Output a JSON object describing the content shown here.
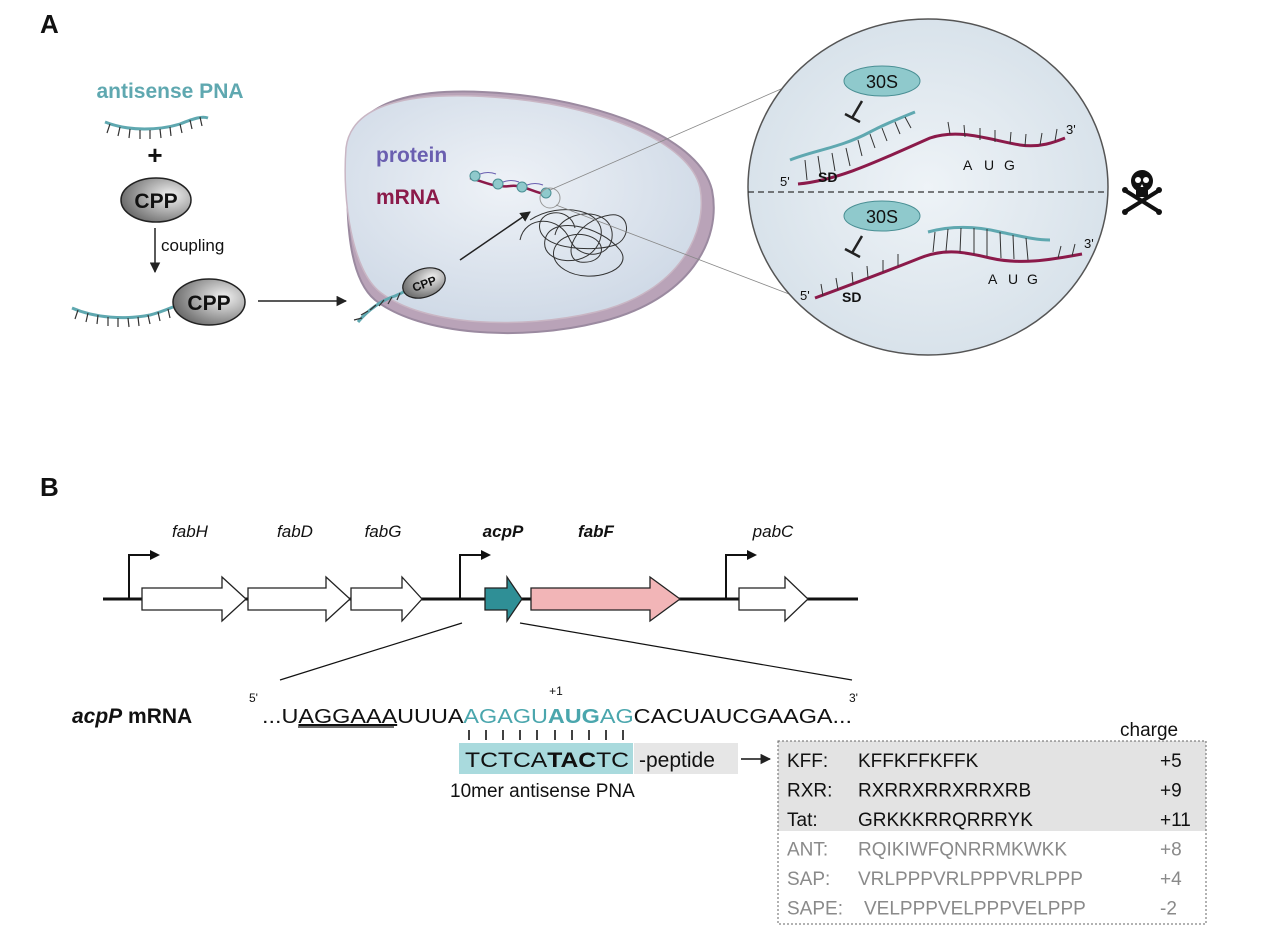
{
  "panel_a": {
    "label": "A",
    "antisense_pna": "antisense PNA",
    "plus": "+",
    "cpp": "CPP",
    "coupling": "coupling",
    "protein": "protein",
    "mrna": "mRNA",
    "thirty_s": "30S",
    "sd": "SD",
    "five_prime": "5'",
    "three_prime": "3'",
    "codon": [
      "A",
      "U",
      "G"
    ],
    "colors": {
      "pna": "#5fa8b0",
      "mrna": "#8b1a4a",
      "protein_text": "#6a5fb0",
      "cell_fill": "#dfe6ef",
      "cell_edge": "#b8a6b6",
      "ribosome": "#8fc9cc"
    }
  },
  "panel_b": {
    "label": "B",
    "genes": [
      {
        "name": "fabH",
        "bold": false
      },
      {
        "name": "fabD",
        "bold": false
      },
      {
        "name": "fabG",
        "bold": false
      },
      {
        "name": "acpP",
        "bold": true
      },
      {
        "name": "fabF",
        "bold": true
      },
      {
        "name": "pabC",
        "bold": false
      }
    ],
    "mrna_label_gene": "acpP",
    "mrna_label_suffix": " mRNA",
    "five_prime": "5'",
    "three_prime": "3'",
    "plus_one": "+1",
    "seq": {
      "prefix": "...U",
      "sd": "AGGAAA",
      "spacer": "UUUA",
      "target_a": "AGAGU",
      "start": "AUG",
      "target_b": "AG",
      "rest": "CACUAUCGAAGA..."
    },
    "pna_seq": {
      "a": "TCTCA",
      "bold": "TAC",
      "b": "TC"
    },
    "peptide": "-peptide",
    "pna_caption": "10mer antisense PNA",
    "charge_header": "charge",
    "peptides": [
      {
        "name": "KFF:",
        "seq": "KFFKFFKFFK",
        "charge": "+5",
        "highlight": true
      },
      {
        "name": "RXR:",
        "seq": "RXRRXRRXRRXRB",
        "charge": "+9",
        "highlight": true
      },
      {
        "name": "Tat:",
        "seq": "GRKKKRRQRRRYK",
        "charge": "+11",
        "highlight": true
      },
      {
        "name": "ANT:",
        "seq": "RQIKIWFQNRRMKWKK",
        "charge": "+8",
        "highlight": false
      },
      {
        "name": "SAP:",
        "seq": "VRLPPPVRLPPPVRLPPP",
        "charge": "+4",
        "highlight": false
      },
      {
        "name": "SAPE:",
        "seq": "VELPPPVELPPPVELPPP",
        "charge": "-2",
        "highlight": false
      }
    ],
    "colors": {
      "teal_text": "#4aa6ad",
      "acpP_arrow": "#2f8f96",
      "fabF_arrow": "#f2b5b7",
      "pna_box": "#a9dadd",
      "peptide_box": "#e6e6e6",
      "grey_text": "#8a8a8a"
    }
  }
}
